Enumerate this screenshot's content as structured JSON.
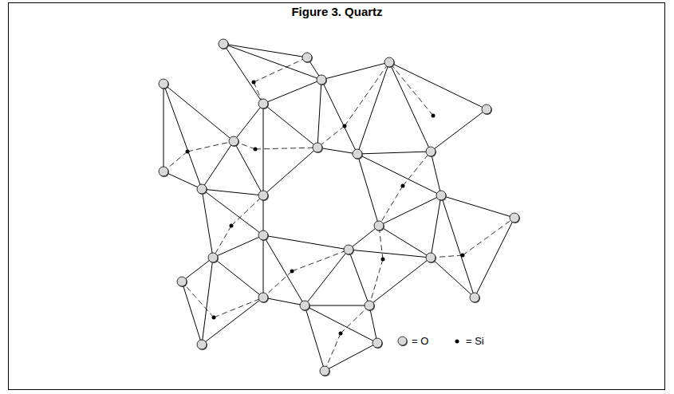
{
  "diagram": {
    "title": "Figure 3. Quartz",
    "legend": [
      {
        "text": "= O"
      },
      {
        "text": "= Si"
      }
    ]
  }
}
